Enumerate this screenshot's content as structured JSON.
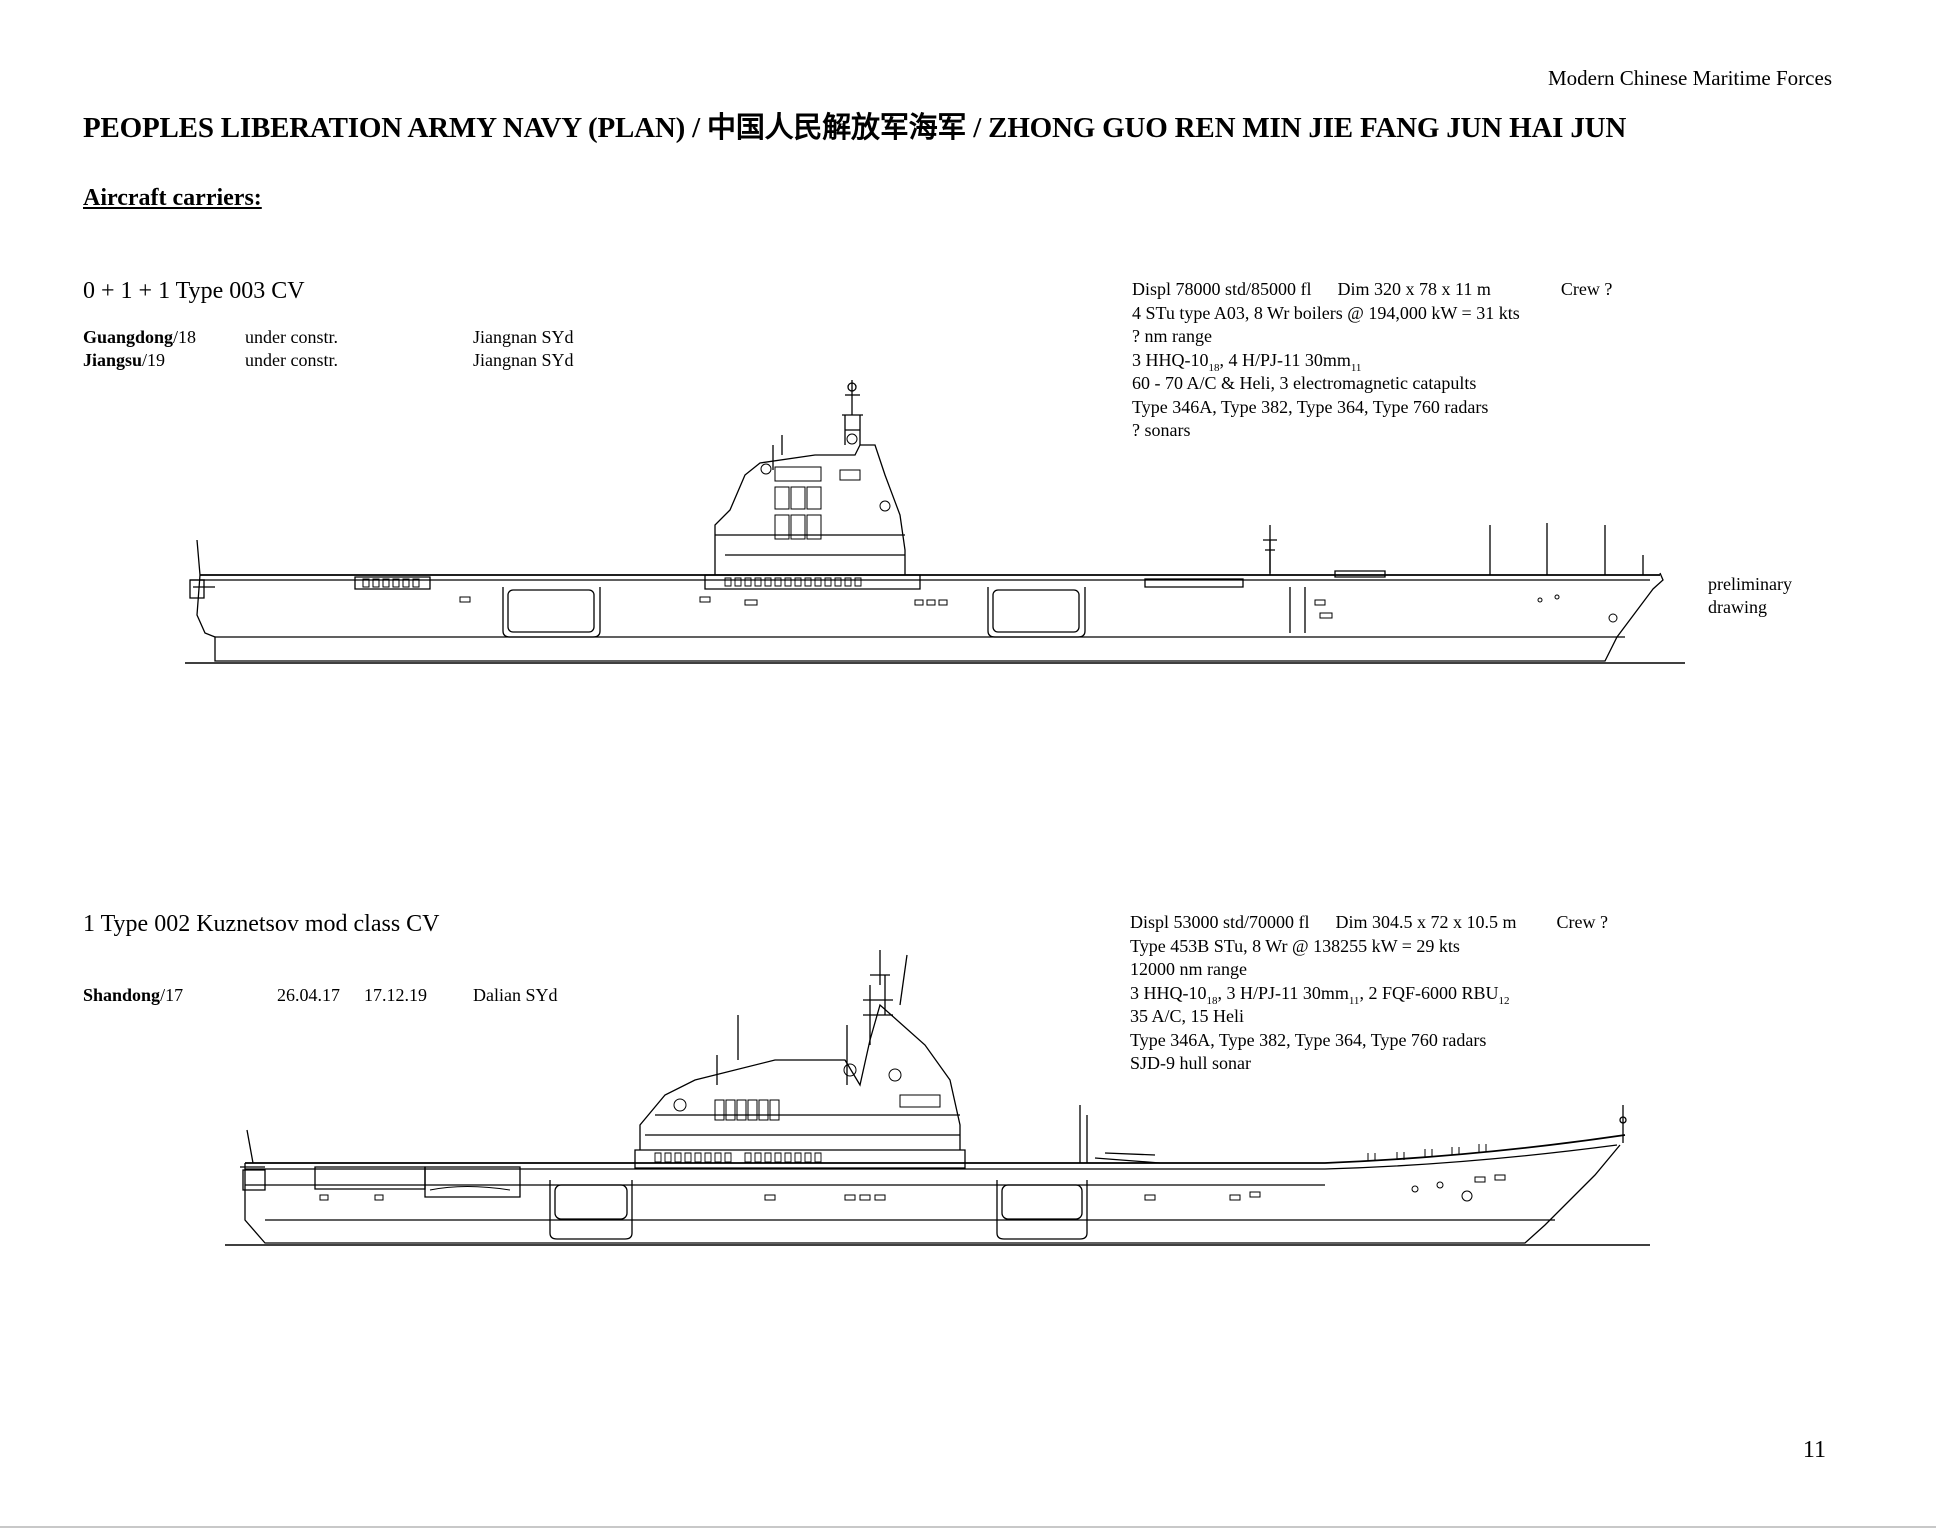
{
  "header": {
    "publication": "Modern Chinese Maritime Forces",
    "title": "PEOPLES LIBERATION ARMY NAVY (PLAN) / 中国人民解放军海军 / ZHONG GUO REN MIN JIE FANG JUN HAI JUN"
  },
  "section": {
    "title": "Aircraft carriers:"
  },
  "classes": [
    {
      "title": "0 + 1 + 1 Type 003 CV",
      "ships": [
        {
          "name": "Guangdong",
          "number": "/18",
          "status": "under constr.",
          "yard": "Jiangnan SYd"
        },
        {
          "name": "Jiangsu",
          "number": "/19",
          "status": "under constr.",
          "yard": "Jiangnan SYd"
        }
      ],
      "specs": {
        "displ": "Displ 78000 std/85000 fl",
        "dim": "Dim 320 x 78 x 11 m",
        "crew": "Crew ?",
        "propulsion": "4 STu type A03, 8 Wr boilers @ 194,000 kW = 31 kts",
        "range": "? nm range",
        "arm_a": "3 HHQ-10",
        "arm_a_sub": "18",
        "arm_b": ", 4 H/PJ-11 30mm",
        "arm_b_sub": "11",
        "aircraft": "60 - 70 A/C & Heli, 3 electromagnetic catapults",
        "radars": "Type 346A, Type 382, Type 364, Type 760 radars",
        "sonars": "? sonars"
      },
      "drawing_note_1": "preliminary",
      "drawing_note_2": "drawing"
    },
    {
      "title": "1 Type 002 Kuznetsov mod class CV",
      "ships": [
        {
          "name": "Shandong",
          "number": "/17",
          "launched": "26.04.17",
          "commissioned": "17.12.19",
          "yard": "Dalian SYd"
        }
      ],
      "specs": {
        "displ": "Displ 53000 std/70000 fl",
        "dim": "Dim 304.5 x 72 x 10.5 m",
        "crew": "Crew ?",
        "propulsion": "Type 453B STu, 8 Wr @ 138255 kW = 29 kts",
        "range": "12000 nm range",
        "arm_a": "3 HHQ-10",
        "arm_a_sub": "18",
        "arm_b": ", 3 H/PJ-11 30mm",
        "arm_b_sub": "11",
        "arm_c": ", 2 FQF-6000 RBU",
        "arm_c_sub": "12",
        "aircraft": "35 A/C, 15 Heli",
        "radars": "Type 346A, Type 382, Type 364, Type 760 radars",
        "sonars": "SJD-9 hull sonar"
      }
    }
  ],
  "page_number": "11"
}
